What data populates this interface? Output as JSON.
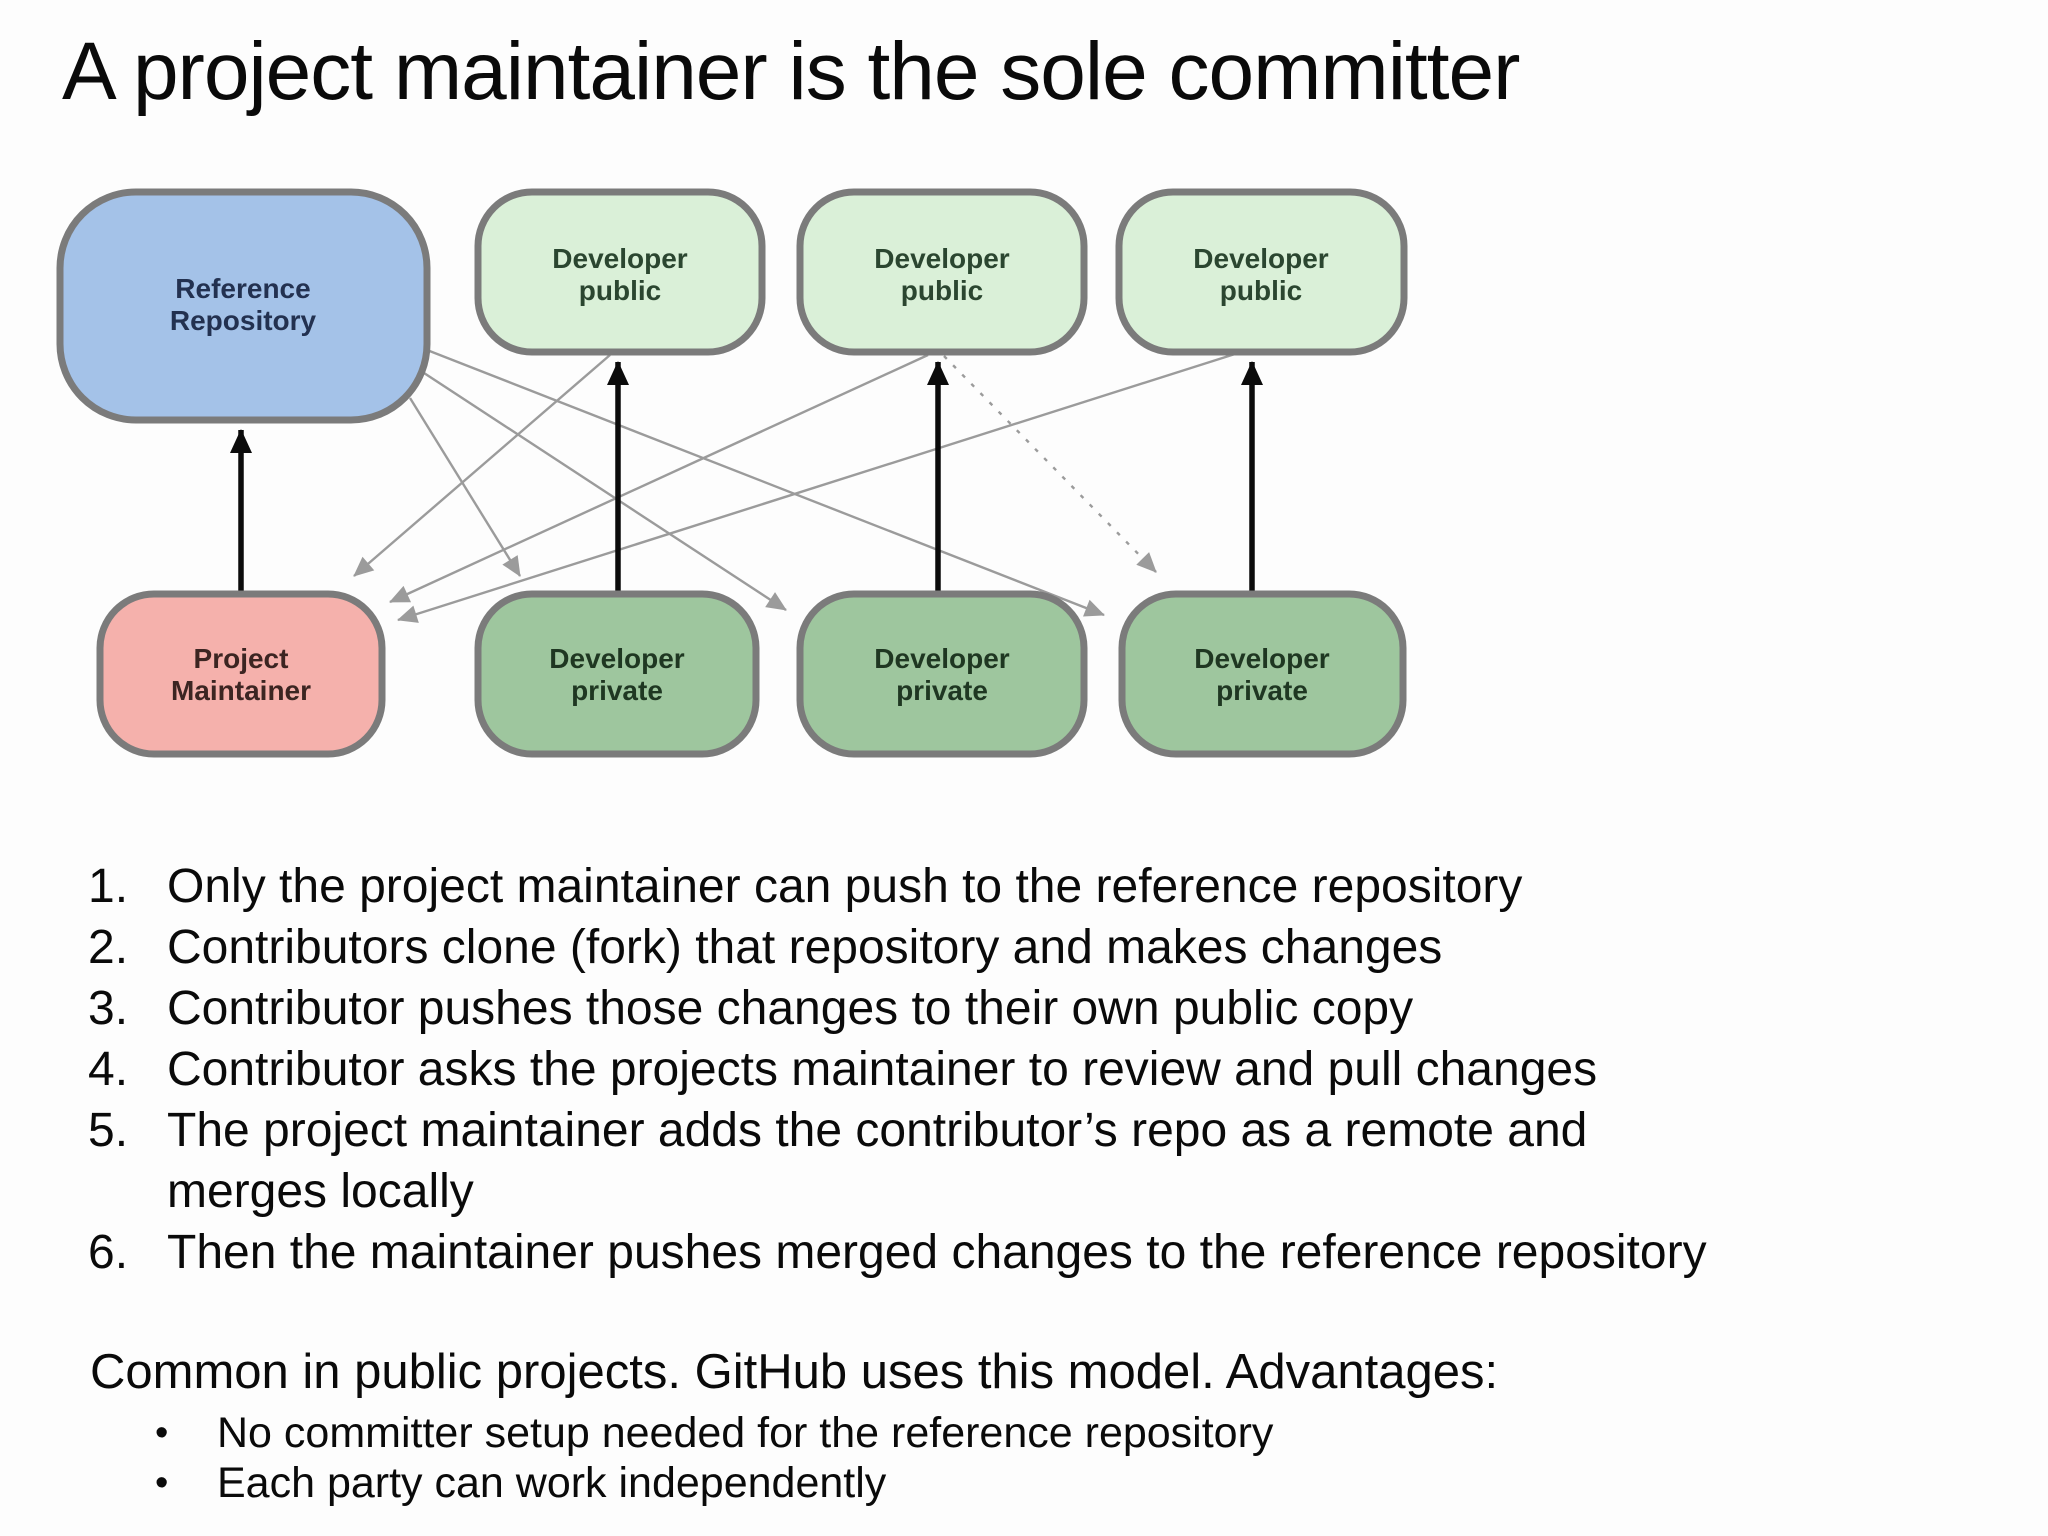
{
  "slide": {
    "title": "A project maintainer is the sole committer"
  },
  "colors": {
    "background": "#fdfdfd",
    "node_border": "#7b7b7b",
    "reference_fill": "#a4c2e8",
    "reference_text": "#233150",
    "public_fill": "#daf0d8",
    "public_text": "#2b4630",
    "private_fill": "#9ec69e",
    "private_text": "#1f3722",
    "maintainer_fill": "#f5b1ac",
    "maintainer_text": "#3c2522",
    "arrow_black": "#0b0b0b",
    "arrow_gray": "#9b9b9b",
    "text": "#0a0a0a"
  },
  "diagram": {
    "nodes": [
      {
        "id": "reference-repository",
        "line1": "Reference",
        "line2": "Repository"
      },
      {
        "id": "developer-public-1",
        "line1": "Developer",
        "line2": "public"
      },
      {
        "id": "developer-public-2",
        "line1": "Developer",
        "line2": "public"
      },
      {
        "id": "developer-public-3",
        "line1": "Developer",
        "line2": "public"
      },
      {
        "id": "project-maintainer",
        "line1": "Project",
        "line2": "Maintainer"
      },
      {
        "id": "developer-private-1",
        "line1": "Developer",
        "line2": "private"
      },
      {
        "id": "developer-private-2",
        "line1": "Developer",
        "line2": "private"
      },
      {
        "id": "developer-private-3",
        "line1": "Developer",
        "line2": "private"
      }
    ],
    "edges": [
      {
        "name": "maintainer-push",
        "from": "project-maintainer",
        "to": "reference-repository",
        "style": "black-solid"
      },
      {
        "name": "dev1-push",
        "from": "developer-private-1",
        "to": "developer-public-1",
        "style": "black-solid"
      },
      {
        "name": "dev2-push",
        "from": "developer-private-2",
        "to": "developer-public-2",
        "style": "black-solid"
      },
      {
        "name": "dev3-push",
        "from": "developer-private-3",
        "to": "developer-public-3",
        "style": "black-solid"
      },
      {
        "name": "clone-1",
        "from": "reference-repository",
        "to": "developer-private-1",
        "style": "gray-solid"
      },
      {
        "name": "clone-2",
        "from": "reference-repository",
        "to": "developer-private-2",
        "style": "gray-solid"
      },
      {
        "name": "clone-3",
        "from": "reference-repository",
        "to": "developer-private-3",
        "style": "gray-solid"
      },
      {
        "name": "pull-1",
        "from": "developer-public-1",
        "to": "project-maintainer",
        "style": "gray-solid"
      },
      {
        "name": "pull-2",
        "from": "developer-public-2",
        "to": "project-maintainer",
        "style": "gray-solid"
      },
      {
        "name": "pull-3",
        "from": "developer-public-3",
        "to": "project-maintainer",
        "style": "gray-solid"
      },
      {
        "name": "peer-pull",
        "from": "developer-public-2",
        "to": "developer-private-3",
        "style": "gray-dashed"
      }
    ]
  },
  "steps": [
    {
      "num": "1.",
      "text": "Only the project maintainer can push to the reference repository"
    },
    {
      "num": "2.",
      "text": "Contributors clone (fork) that repository and makes changes"
    },
    {
      "num": "3.",
      "text": "Contributor pushes those changes to their own public copy"
    },
    {
      "num": "4.",
      "text": "Contributor asks the projects maintainer to review and pull changes"
    },
    {
      "num": "5.",
      "text": "The project maintainer adds the contributor’s repo as a remote and\nmerges locally"
    },
    {
      "num": "6.",
      "text": "Then the maintainer pushes merged changes to the reference repository"
    }
  ],
  "summary": {
    "lead": "Common in public projects. GitHub uses this model. Advantages:",
    "bullets": [
      {
        "marker": "•",
        "text": "No committer setup needed for the reference repository"
      },
      {
        "marker": "•",
        "text": "Each party can work independently"
      }
    ]
  }
}
